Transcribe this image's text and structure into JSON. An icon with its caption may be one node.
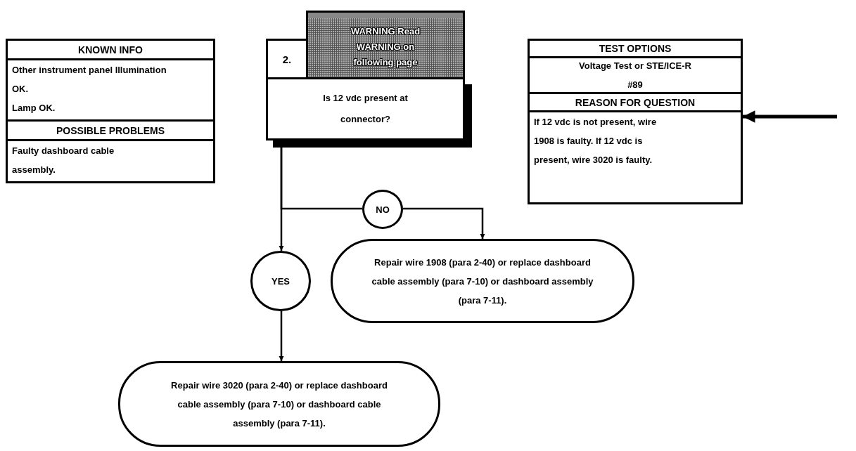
{
  "diagram": {
    "nodes": [
      {
        "text": [
          "KNOWN INFO"
        ]
      },
      {
        "text": [
          "Other instrument panel Illumination OK.",
          "Lamp OK."
        ]
      },
      {
        "text": [
          "POSSIBLE PROBLEMS"
        ]
      },
      {
        "text": [
          "Faulty dashboard cable assembly."
        ]
      },
      {
        "text": [
          "2."
        ]
      },
      {
        "text": [
          "WARNING Read WARNING on following page"
        ]
      },
      {
        "text": [
          "Is 12 vdc present at connector?"
        ]
      },
      {
        "text": [
          "TEST OPTIONS"
        ]
      },
      {
        "text": [
          "Voltage Test or STE/ICE-R #89"
        ]
      },
      {
        "text": [
          "REASON FOR QUESTION"
        ]
      },
      {
        "text": [
          "If 12 vdc is not present, wire 1908 is faulty. If 12 vdc is present, wire 3020 is faulty."
        ]
      },
      {
        "text": [
          "NO"
        ]
      },
      {
        "text": [
          "Repair wire 1908 (para 2-40) or replace dashboard cable assembly (para 7-10) or dashboard assembly (para 7-11)."
        ]
      },
      {
        "text": [
          "YES"
        ]
      },
      {
        "text": [
          "Repair wire 3020 (para 2-40) or replace dashboard cable assembly (para 7-10) or dashboard cable assembly (para 7-11)."
        ]
      }
    ],
    "edges": [
      {
        "from": null,
        "to": 10,
        "arrow": "to",
        "style": "thick"
      },
      {
        "from": 6,
        "to": 11,
        "arrow": "none"
      },
      {
        "from": 11,
        "to": 12,
        "arrow": "to"
      },
      {
        "from": 6,
        "to": 13,
        "arrow": "to"
      },
      {
        "from": 13,
        "to": 14,
        "arrow": "to"
      }
    ]
  }
}
